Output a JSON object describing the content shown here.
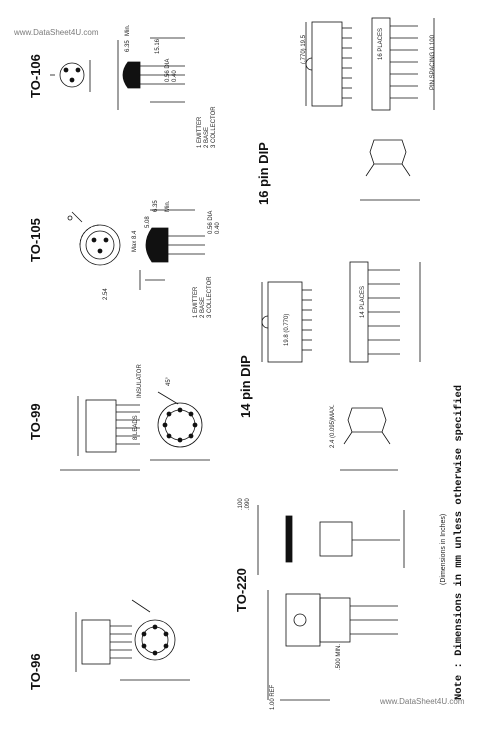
{
  "watermark_top": "www.DataSheet4U.com",
  "watermark_bottom": "www.DataSheet4U.com",
  "packages": {
    "to96": "TO-96",
    "to99": "TO-99",
    "to105": "TO-105",
    "to106": "TO-106",
    "to220": "TO-220",
    "dip14": "14 pin DIP",
    "dip16": "16 pin DIP"
  },
  "pins_to105": [
    "1 EMITTER",
    "2 BASE",
    "3 COLLECTOR"
  ],
  "pins_to106": [
    "1 EMITTER",
    "2 BASE",
    "3 COLLECTOR"
  ],
  "notes": {
    "to220_units": "(Dimensions in Inches)",
    "main": "Note : Dimensions in mm unless otherwise specified"
  },
  "dims": {
    "to106_a": "6.35",
    "to106_b": "Min.",
    "to106_c": "15.16",
    "to106_d": "0.56 DIA",
    "to106_e": "0.40",
    "to105_a": "6.35",
    "to105_b": "Min.",
    "to105_c": "Max 8.4",
    "to105_d": "0.56 DIA",
    "to105_e": "0.40",
    "to105_f": "5.08",
    "to105_g": "2.54",
    "to99_a": "INSULATOR",
    "to99_b": "8 LEADS",
    "to99_c": "45°",
    "to220_a": ".100",
    "to220_b": ".090",
    "to220_c": "1.00 REF",
    "to220_d": ".500 MIN.",
    "dip14_a": "19.8 (0.770)",
    "dip14_b": "2.4 (0.095)MAX.",
    "dip14_c": "14 PLACES",
    "dip16_a": "(.770) 19.5",
    "dip16_b": "PIN SPACING 0.100",
    "dip16_c": "16 PLACES"
  }
}
